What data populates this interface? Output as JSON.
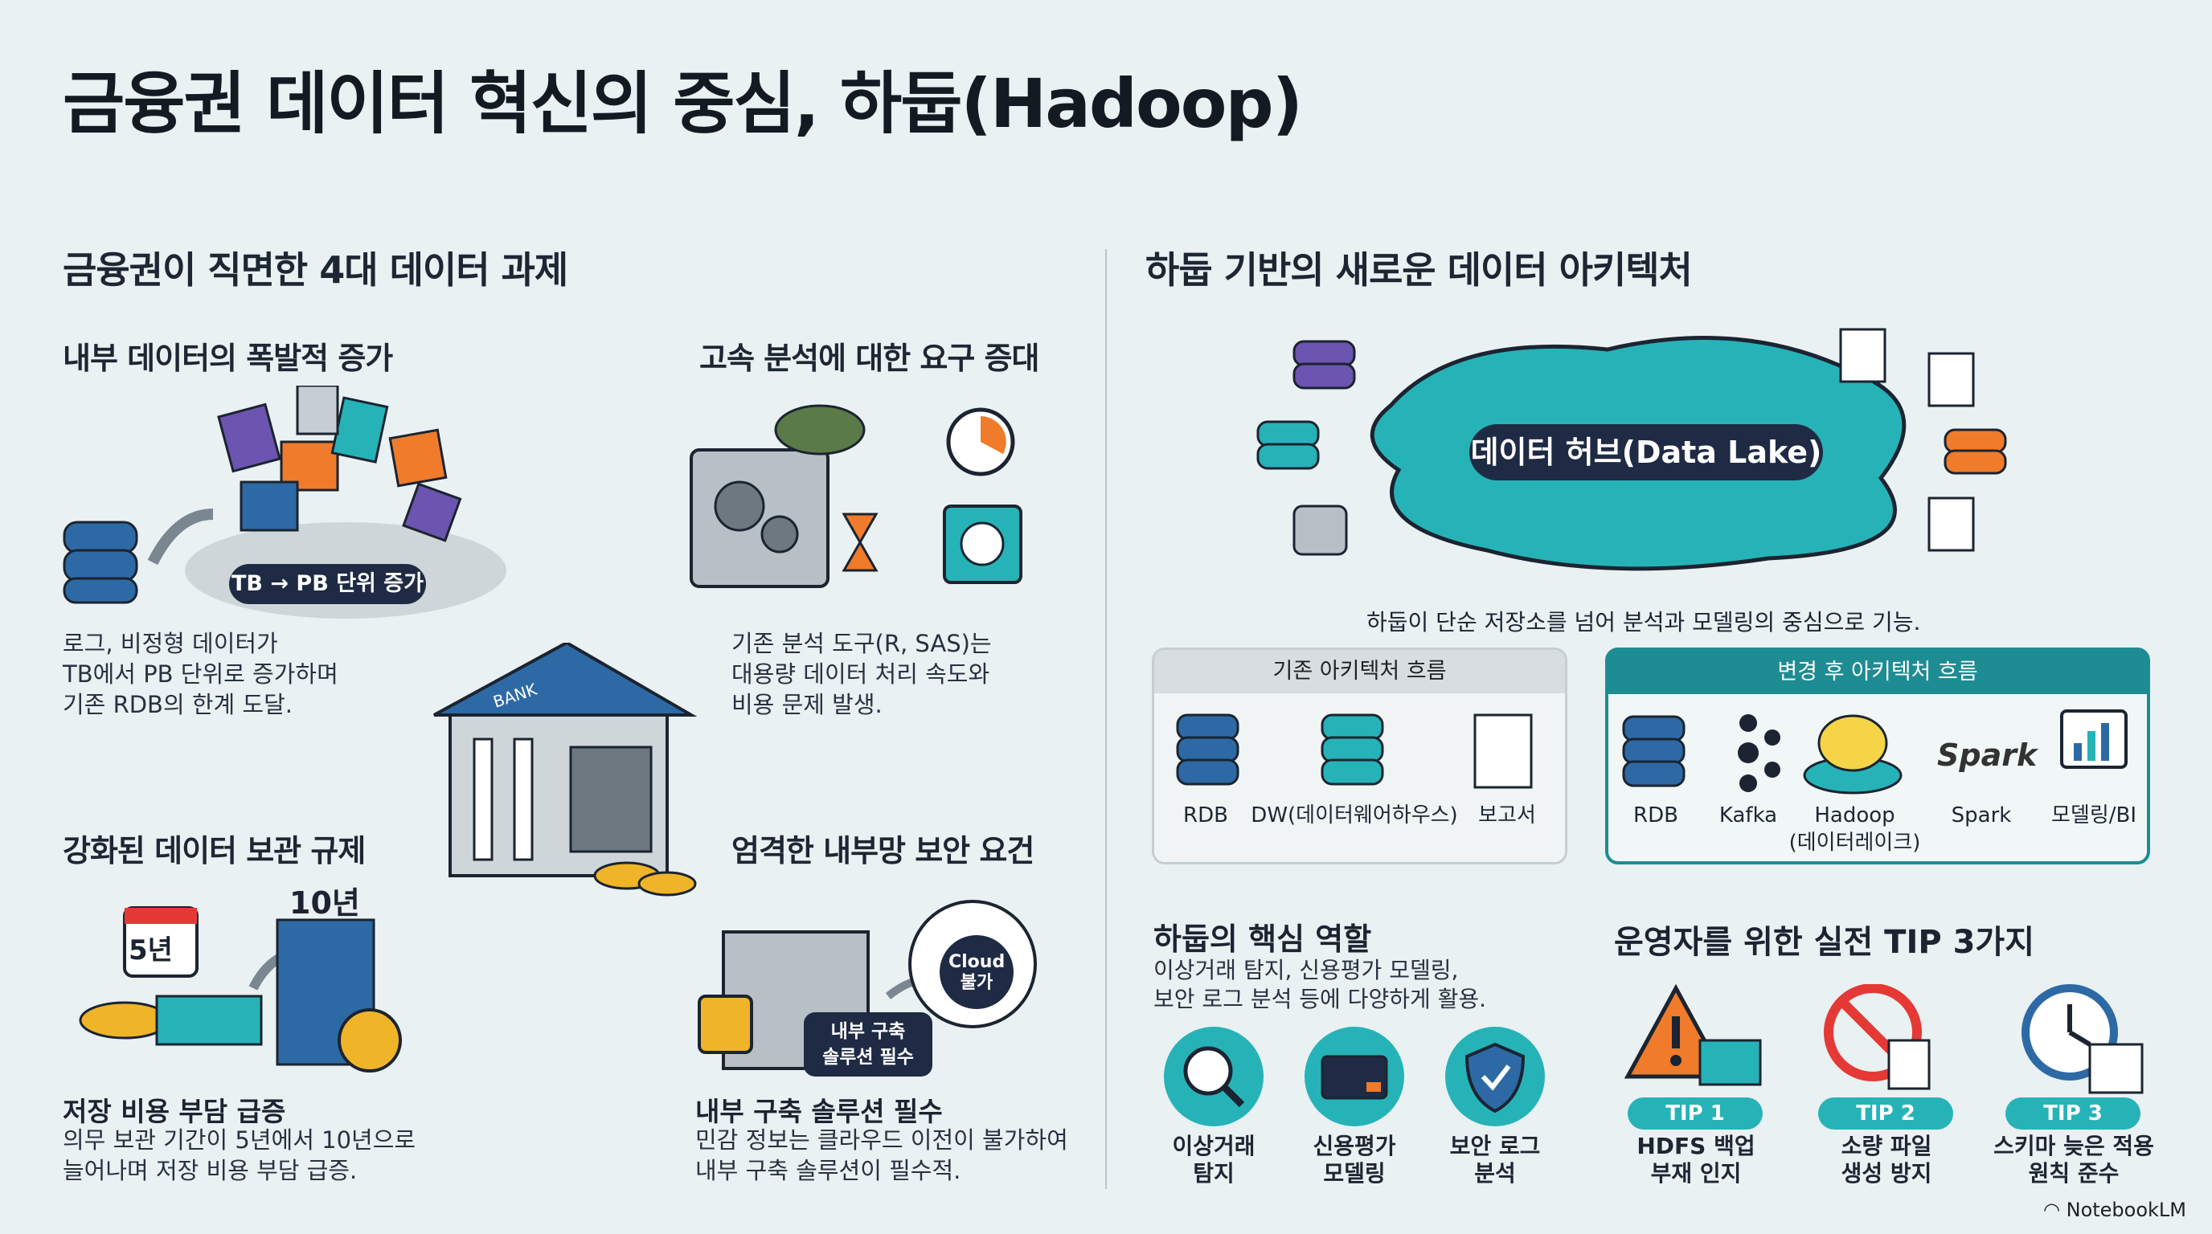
{
  "title": "금융권 데이터 혁신의 중심, 하둡(Hadoop)",
  "left": {
    "heading": "금융권이 직면한 4대 데이터 과제",
    "challenges": [
      {
        "title": "내부 데이터의 폭발적 증가",
        "badge": "TB → PB 단위 증가",
        "desc": "로그, 비정형 데이터가\nTB에서 PB 단위로 증가하며\n기존 RDB의 한계 도달."
      },
      {
        "title": "고속 분석에 대한 요구 증대",
        "desc": "기존 분석 도구(R, SAS)는\n대용량 데이터 처리 속도와\n비용 문제 발생."
      },
      {
        "title": "강화된 데이터 보관 규제",
        "years_small": "5년",
        "years_big": "10년",
        "subtitle": "저장 비용 부담 급증",
        "desc": "의무 보관 기간이 5년에서 10년으로\n늘어나며 저장 비용 부담 급증."
      },
      {
        "title": "엄격한 내부망 보안 요건",
        "cloud": "Cloud\n불가",
        "badge": "내부 구축\n솔루션 필수",
        "subtitle": "내부 구축 솔루션 필수",
        "desc": "민감 정보는 클라우드 이전이 불가하여\n내부 구축 솔루션이 필수적."
      }
    ],
    "bank_sign": "BANK"
  },
  "right": {
    "heading": "하둡 기반의 새로운 데이터 아키텍처",
    "hub_label": "데이터 허브(Data Lake)",
    "hub_caption": "하둡이 단순 저장소를 넘어 분석과 모델링의 중심으로 기능.",
    "old_flow": {
      "header": "기존 아키텍처 흐름",
      "items": [
        "RDB",
        "DW(데이터웨어하우스)",
        "보고서"
      ]
    },
    "new_flow": {
      "header": "변경 후 아키텍처 흐름",
      "items": [
        "RDB",
        "Kafka",
        "Hadoop\n(데이터레이크)",
        "Spark",
        "모델링/BI"
      ],
      "spark_logo": "Spark"
    },
    "roles": {
      "heading": "하둡의 핵심 역할",
      "desc": "이상거래 탐지, 신용평가 모델링,\n보안 로그 분석 등에 다양하게 활용.",
      "items": [
        "이상거래\n탐지",
        "신용평가\n모델링",
        "보안 로그\n분석"
      ]
    },
    "tips": {
      "heading": "운영자를 위한 실전 TIP 3가지",
      "items": [
        {
          "tag": "TIP 1",
          "text": "HDFS 백업\n부재 인지"
        },
        {
          "tag": "TIP 2",
          "text": "소량 파일\n생성 방지"
        },
        {
          "tag": "TIP 3",
          "text": "스키마 늦은 적용\n원칙 준수"
        }
      ]
    }
  },
  "footer": "NotebookLM",
  "colors": {
    "teal": "#26b3b8",
    "navy": "#1f2a44",
    "orange": "#f07b2a",
    "purple": "#6b55b0"
  }
}
